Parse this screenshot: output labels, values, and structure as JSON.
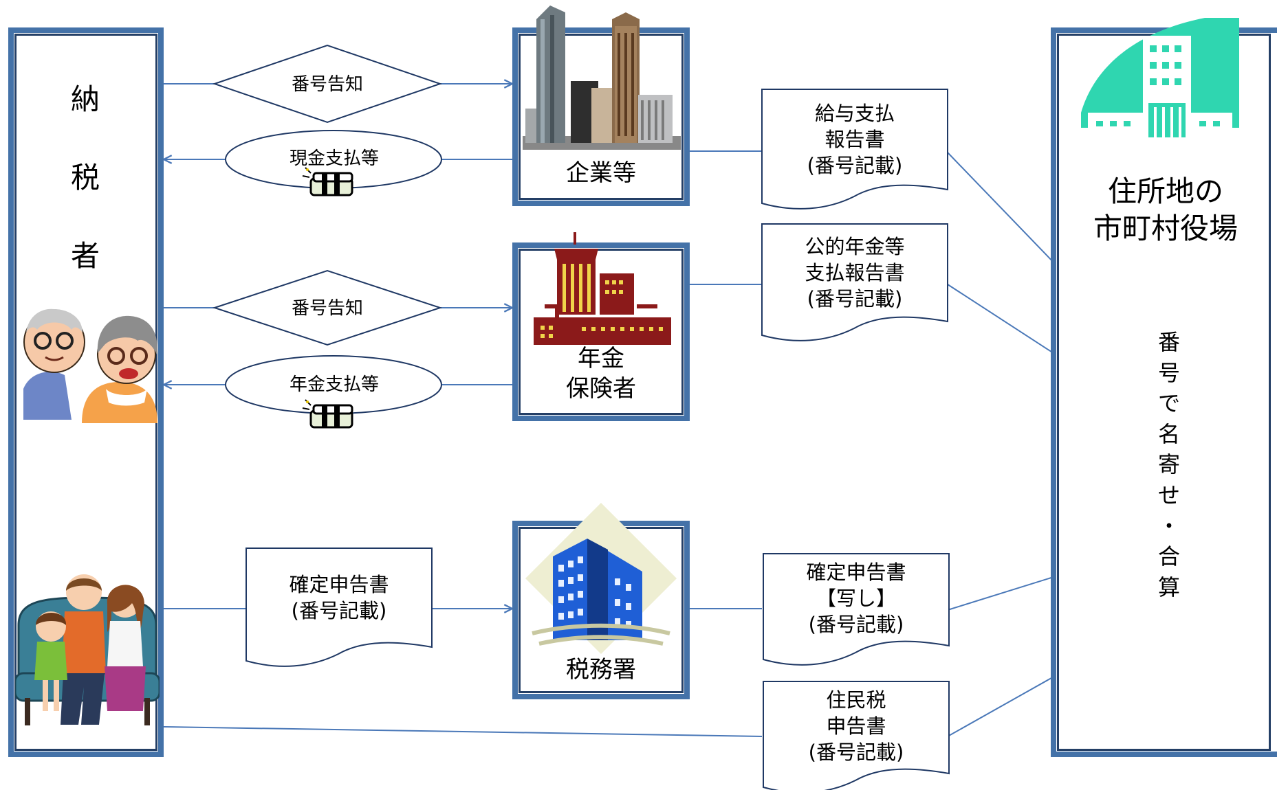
{
  "taxpayer": {
    "chars": [
      "納",
      "税",
      "者"
    ]
  },
  "company": {
    "label": "企業等"
  },
  "pension": {
    "label_line1": "年金",
    "label_line2": "保険者"
  },
  "tax_office": {
    "label": "税務署"
  },
  "city_hall": {
    "line1": "住所地の",
    "line2": "市町村役場"
  },
  "matching": {
    "chars": [
      "番",
      "号",
      "で",
      "名",
      "寄",
      "せ",
      "・",
      "合",
      "算"
    ]
  },
  "flows": {
    "company_notify": "番号告知",
    "company_payment": "現金支払等",
    "pension_notify": "番号告知",
    "pension_payment": "年金支払等"
  },
  "documents": {
    "kakutei_taxpayer": [
      "確定申告書",
      "(番号記載)"
    ],
    "kyuyo": [
      "給与支払",
      "報告書",
      "(番号記載)"
    ],
    "koteki": [
      "公的年金等",
      "支払報告書",
      "(番号記載)"
    ],
    "kakutei_copy": [
      "確定申告書",
      "【写し】",
      "(番号記載)"
    ],
    "juminzei": [
      "住民税",
      "申告書",
      "(番号記載)"
    ]
  },
  "colors": {
    "frame_blue": "#4472a8",
    "arrow_blue": "#4a78b8",
    "line_dark": "#1f3864",
    "city_teal": "#2fd6b0",
    "pension_building": "#8b1a1a",
    "tax_building_blue": "#1f5fd6"
  }
}
